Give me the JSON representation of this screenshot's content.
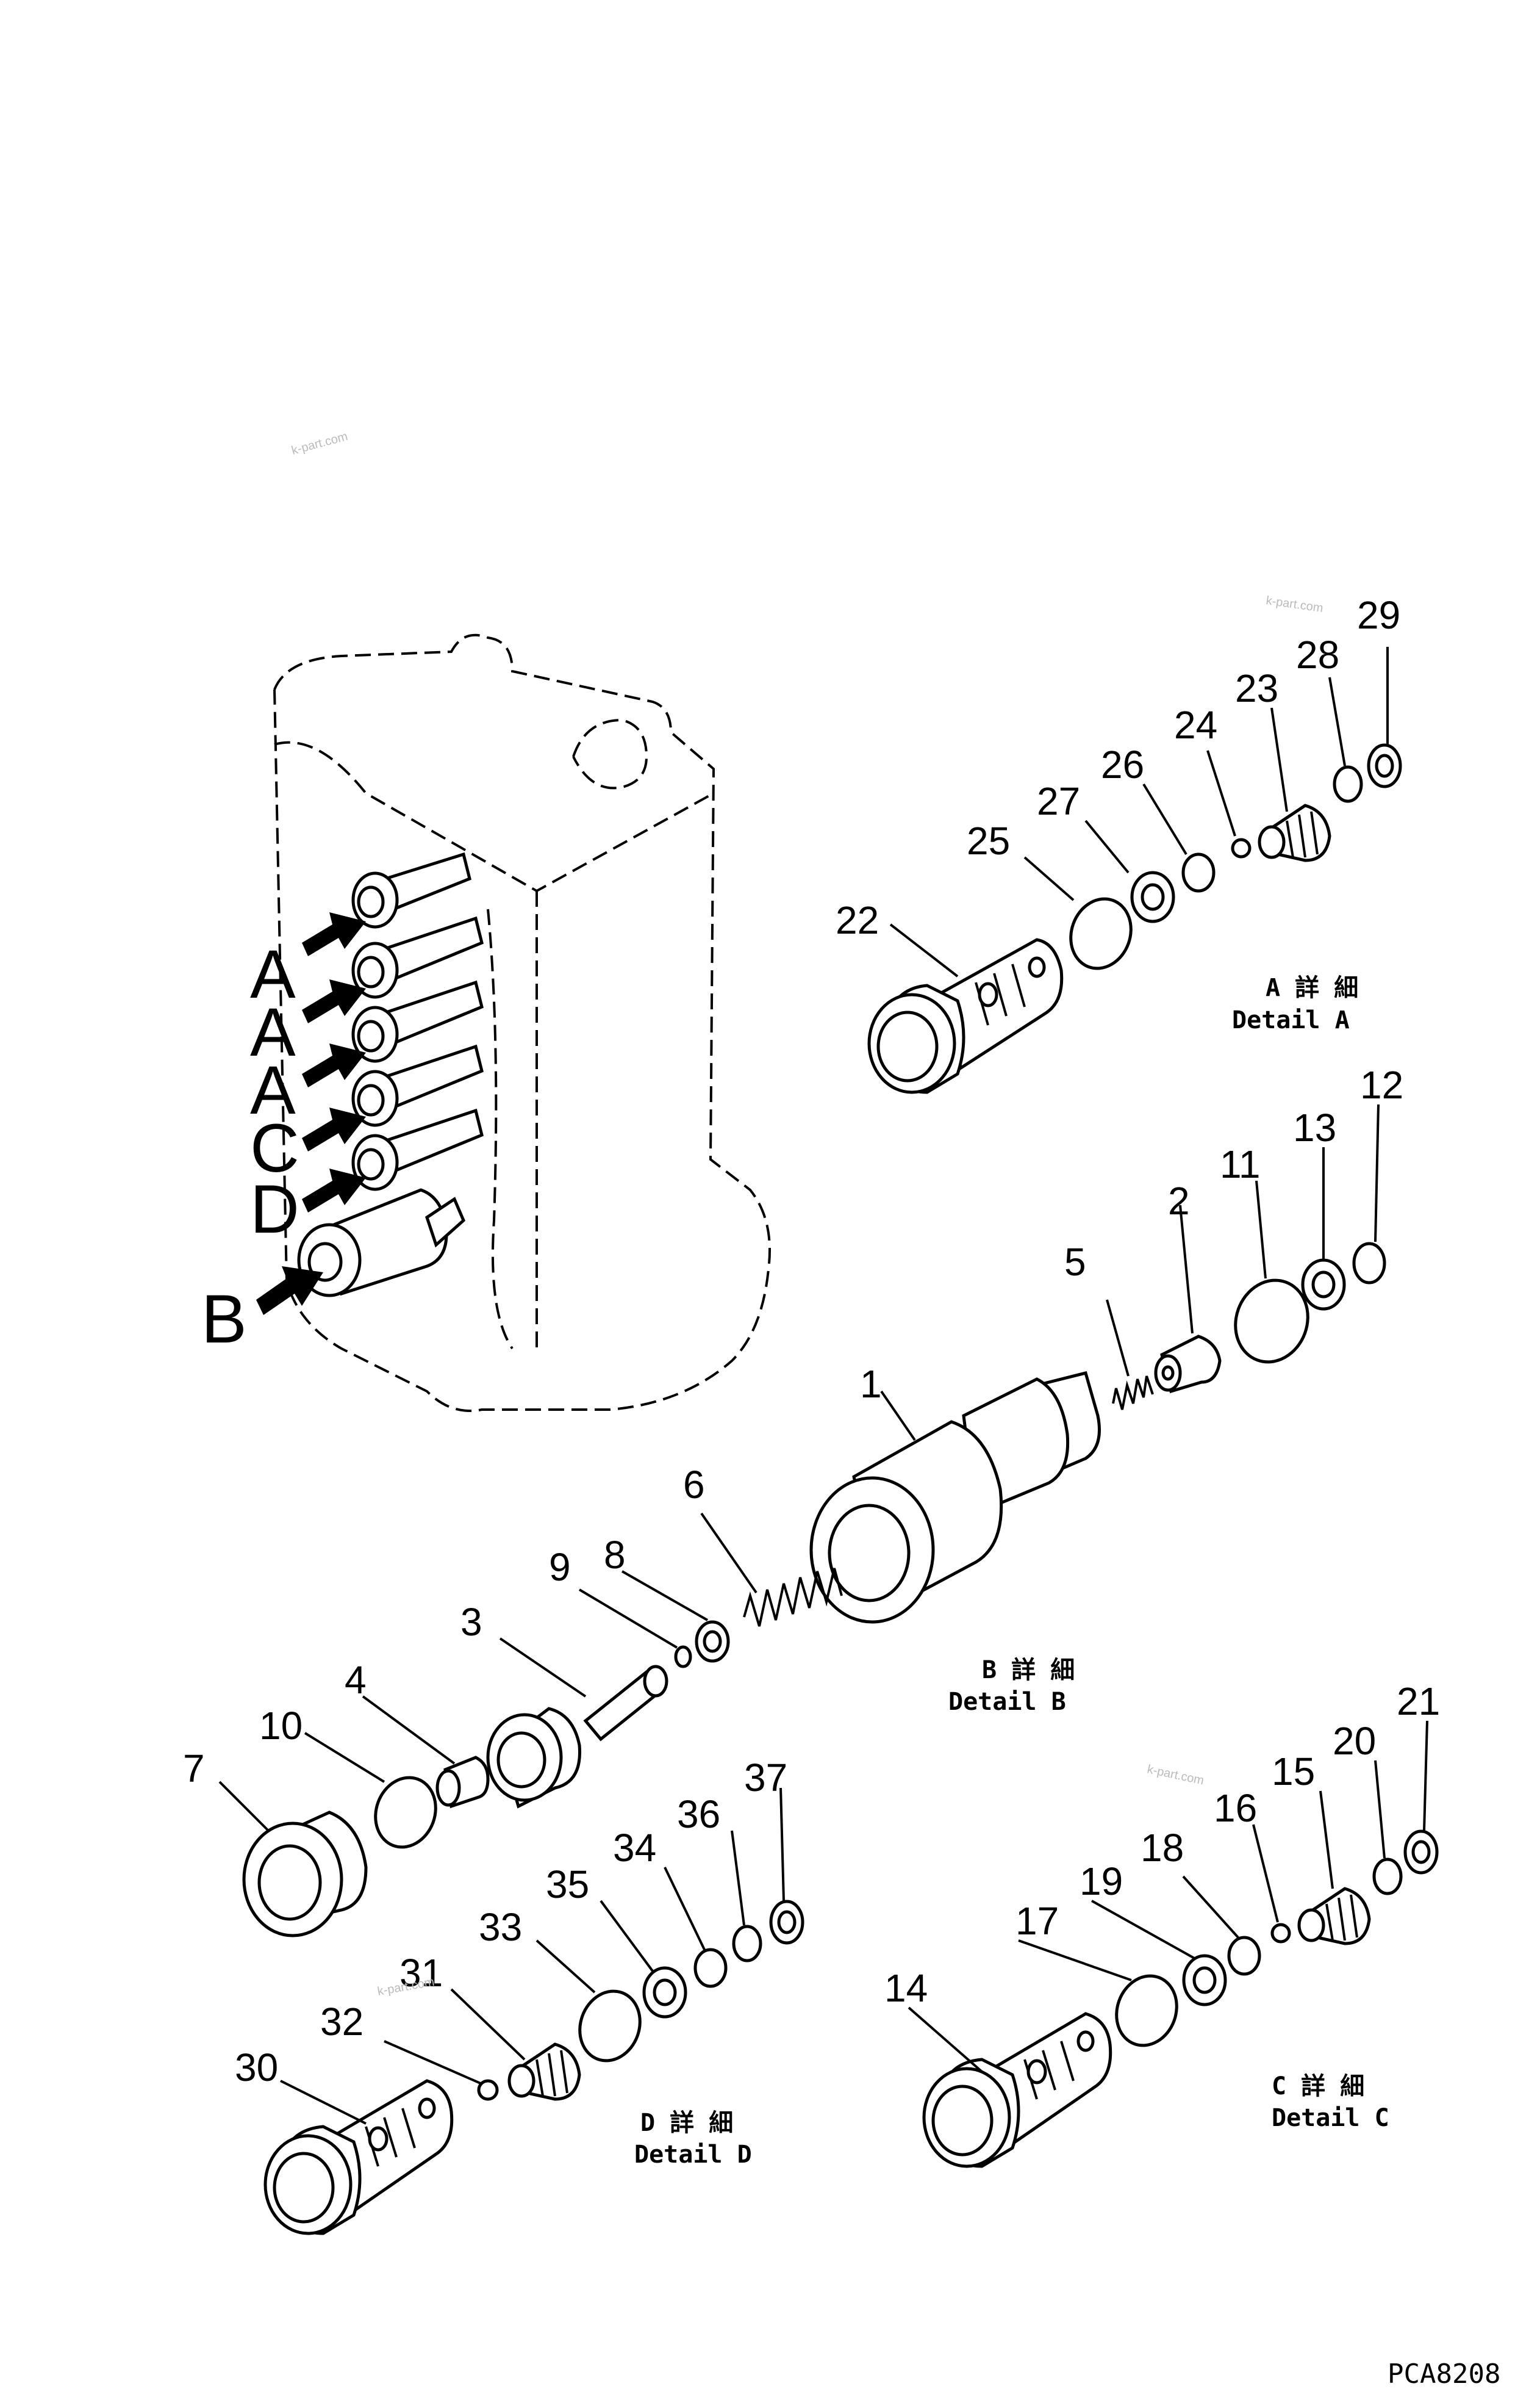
{
  "diagram_code": "PCA8208",
  "watermark": "k-part.com",
  "views": {
    "a": {
      "jp": "A 詳 細",
      "en": "Detail A"
    },
    "b": {
      "jp": "B 詳 細",
      "en": "Detail B"
    },
    "c": {
      "jp": "C 詳 細",
      "en": "Detail C"
    },
    "d": {
      "jp": "D 詳 細",
      "en": "Detail D"
    }
  },
  "port_letters": [
    "A",
    "A",
    "A",
    "C",
    "D",
    "B"
  ],
  "part_numbers": [
    "1",
    "2",
    "3",
    "4",
    "5",
    "6",
    "7",
    "8",
    "9",
    "10",
    "11",
    "12",
    "13",
    "14",
    "15",
    "16",
    "17",
    "18",
    "19",
    "20",
    "21",
    "22",
    "23",
    "24",
    "25",
    "26",
    "27",
    "28",
    "29",
    "30",
    "31",
    "32",
    "33",
    "34",
    "35",
    "36",
    "37"
  ]
}
